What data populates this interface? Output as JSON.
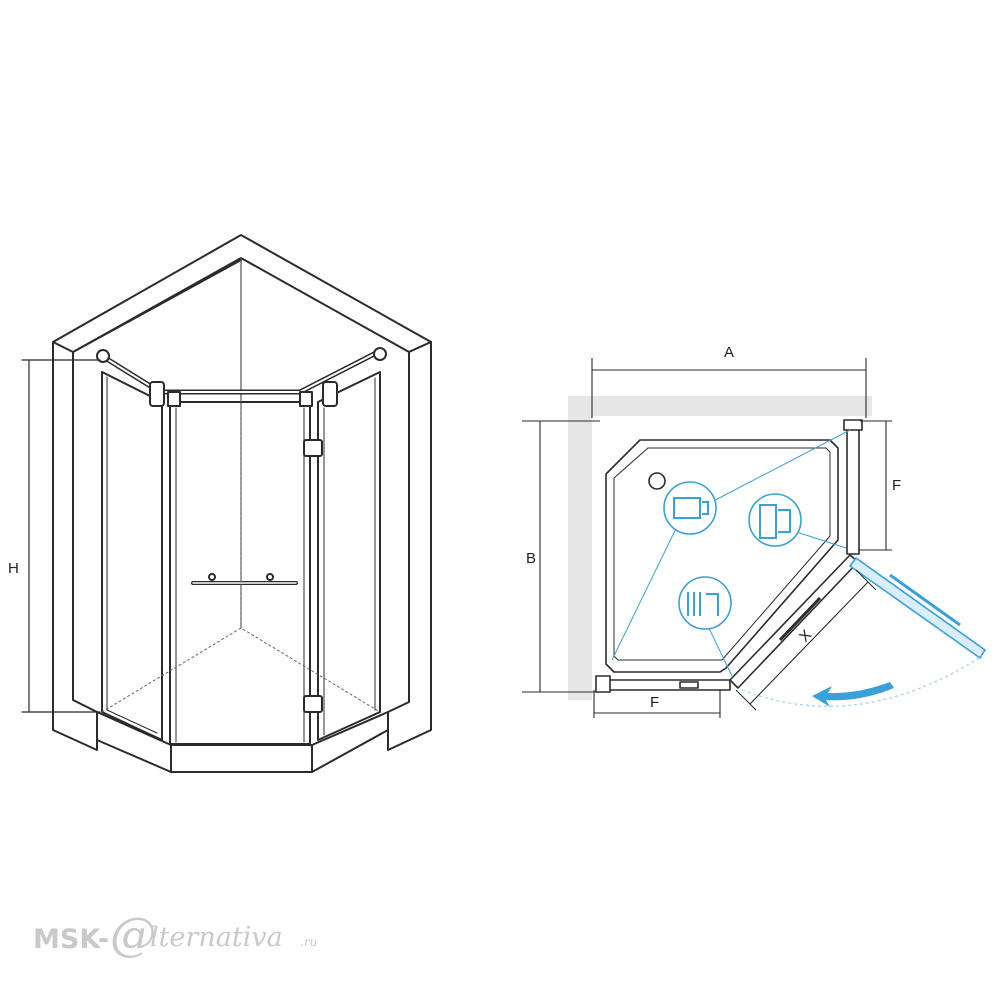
{
  "labels": {
    "height": "H",
    "width_a": "A",
    "depth_b": "B",
    "side_f_right": "F",
    "side_f_bottom": "F",
    "door_x": "X"
  },
  "watermark": {
    "prefix": "MSK-",
    "at_symbol": "@",
    "suffix": "lternativa",
    "tld": ".ru"
  },
  "colors": {
    "line": "#2b2b2b",
    "accent_blue": "#3aa0d8",
    "light_blue": "#9fd0ee",
    "wall_gray": "#e6e6e6",
    "watermark": "#c9c9c9"
  },
  "icons": [
    "profile-icon",
    "hinge-icon",
    "seal-icon",
    "arrow-icon"
  ]
}
